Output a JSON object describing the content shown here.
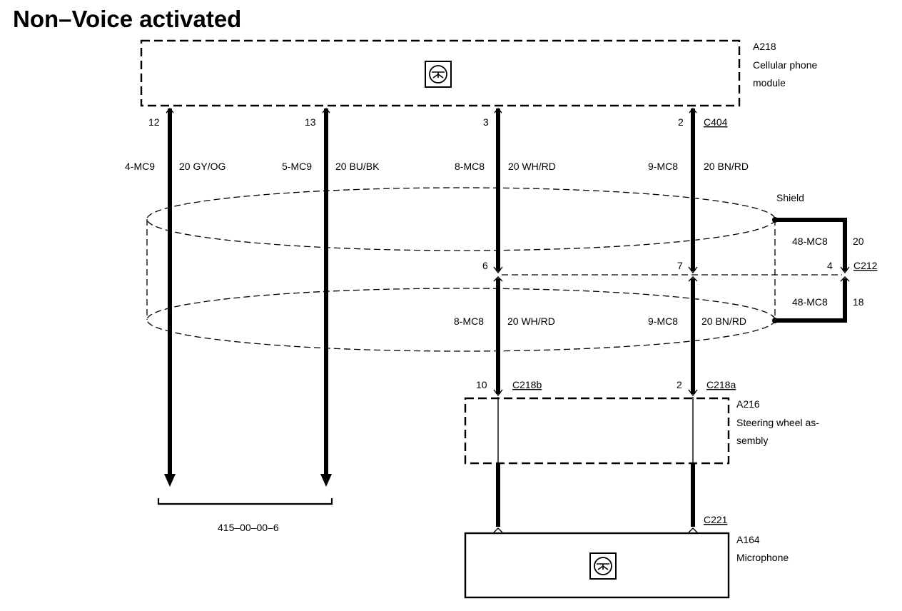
{
  "title": "Non–Voice activated",
  "components": {
    "a218": {
      "id": "A218",
      "name_line1": "Cellular phone",
      "name_line2": "module"
    },
    "a216": {
      "id": "A216",
      "name_line1": "Steering wheel as-",
      "name_line2": "sembly"
    },
    "a164": {
      "id": "A164",
      "name_line1": "Microphone"
    }
  },
  "connectors": {
    "c404": "C404",
    "c212": "C212",
    "c218b": "C218b",
    "c218a": "C218a",
    "c221": "C221"
  },
  "pins": {
    "c404_1": "12",
    "c404_2": "13",
    "c404_3": "3",
    "c404_4": "2",
    "c212_1": "6",
    "c212_2": "7",
    "c212_3": "4",
    "c218b": "10",
    "c218a": "2"
  },
  "wires": {
    "w1": {
      "circuit": "4-MC9",
      "spec": "20 GY/OG"
    },
    "w2": {
      "circuit": "5-MC9",
      "spec": "20 BU/BK"
    },
    "w3_upper": {
      "circuit": "8-MC8",
      "spec": "20 WH/RD"
    },
    "w4_upper": {
      "circuit": "9-MC8",
      "spec": "20 BN/RD"
    },
    "w3_lower": {
      "circuit": "8-MC8",
      "spec": "20 WH/RD"
    },
    "w4_lower": {
      "circuit": "9-MC8",
      "spec": "20 BN/RD"
    }
  },
  "shield": {
    "label": "Shield",
    "drain_upper": {
      "circuit": "48-MC8",
      "gauge": "20"
    },
    "drain_lower": {
      "circuit": "48-MC8",
      "gauge": "18"
    }
  },
  "reference": "415–00–00–6"
}
